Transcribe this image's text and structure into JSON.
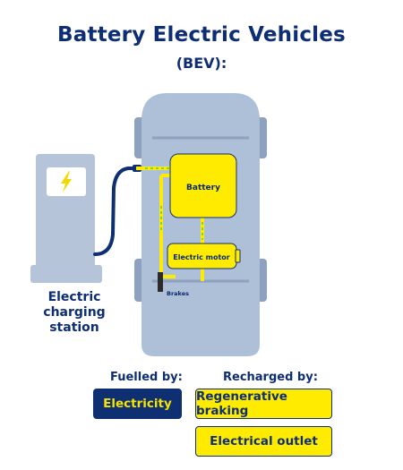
{
  "title": "Battery Electric Vehicles",
  "subtitle": "(BEV):",
  "station": {
    "label_line1": "Electric",
    "label_line2": "charging",
    "label_line3": "station",
    "icon": "lightning-bolt-icon"
  },
  "vehicle": {
    "battery_label": "Battery",
    "motor_label": "Electric motor",
    "brakes_label": "Brakes"
  },
  "fuelled": {
    "heading": "Fuelled by:",
    "items": [
      "Electricity"
    ]
  },
  "recharged": {
    "heading": "Recharged by:",
    "items": [
      "Regenerative braking",
      "Electrical outlet"
    ]
  },
  "colors": {
    "navy": "#0f2f73",
    "yellow": "#ffeb00",
    "body_grey_blue": "#aebfd8",
    "wheel": "#8ea2c0",
    "green_dash": "#7ad640"
  }
}
